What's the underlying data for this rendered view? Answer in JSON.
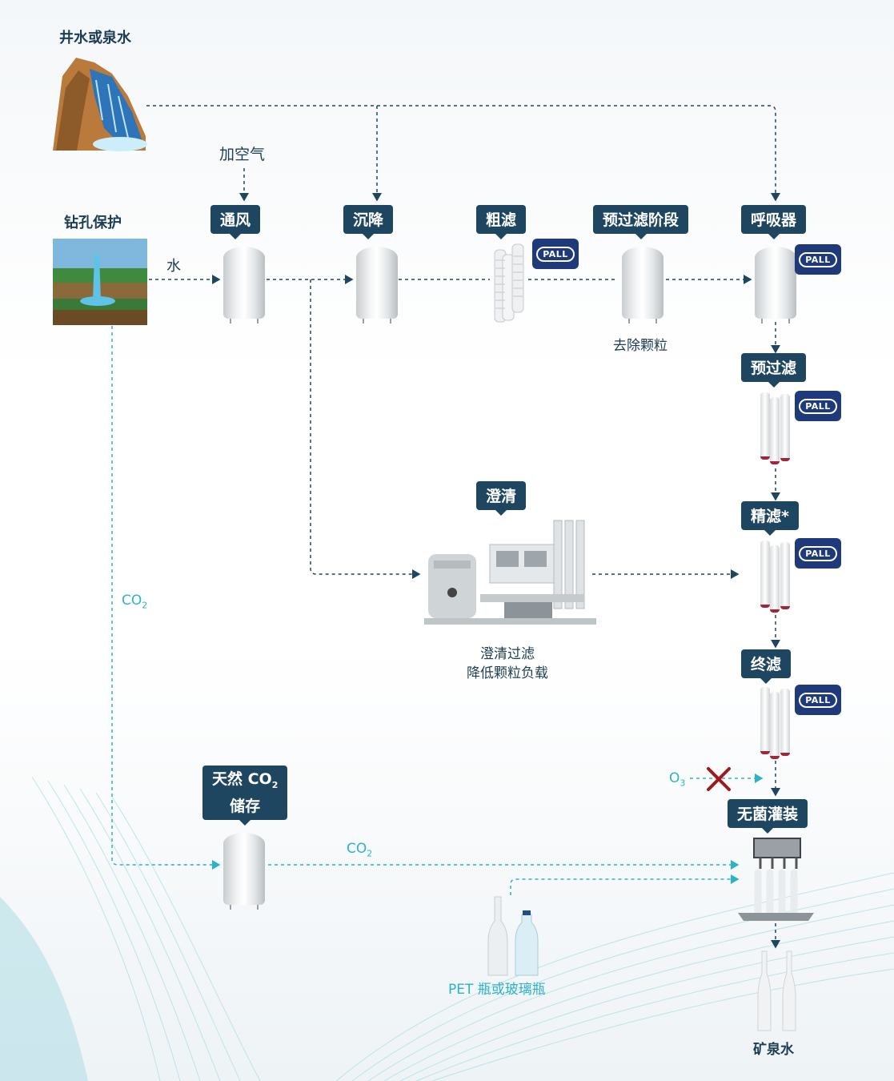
{
  "sources": {
    "well_spring": "井水或泉水",
    "borehole": "钻孔保护",
    "water": "水",
    "add_air": "加空气"
  },
  "stages": {
    "aeration": "通风",
    "sedimentation": "沉降",
    "coarse_filtration": "粗滤",
    "prefiltration_stage": "预过滤阶段",
    "breather": "呼吸器",
    "prefilter": "预过滤",
    "fine_filter": "精滤*",
    "clarification": "澄清",
    "final_filter": "终滤",
    "aseptic_filling": "无菌灌装",
    "co2_storage_line1": "天然 CO",
    "co2_storage_sub": "2",
    "co2_storage_line2": "储存"
  },
  "captions": {
    "particle_removal": "去除颗粒",
    "clarification_line1": "澄清过滤",
    "clarification_line2": "降低颗粒负载",
    "bottles": "PET 瓶或玻璃瓶",
    "mineral_water": "矿泉水",
    "co2_main": "CO",
    "co2_sub": "2",
    "o3_main": "O",
    "o3_sub": "3"
  },
  "pall_logo": "PALL",
  "colors": {
    "navy": "#1f4660",
    "pall_blue": "#1e3a7a",
    "cyan": "#2cb3c7",
    "cross_red": "#9b1b1f"
  }
}
